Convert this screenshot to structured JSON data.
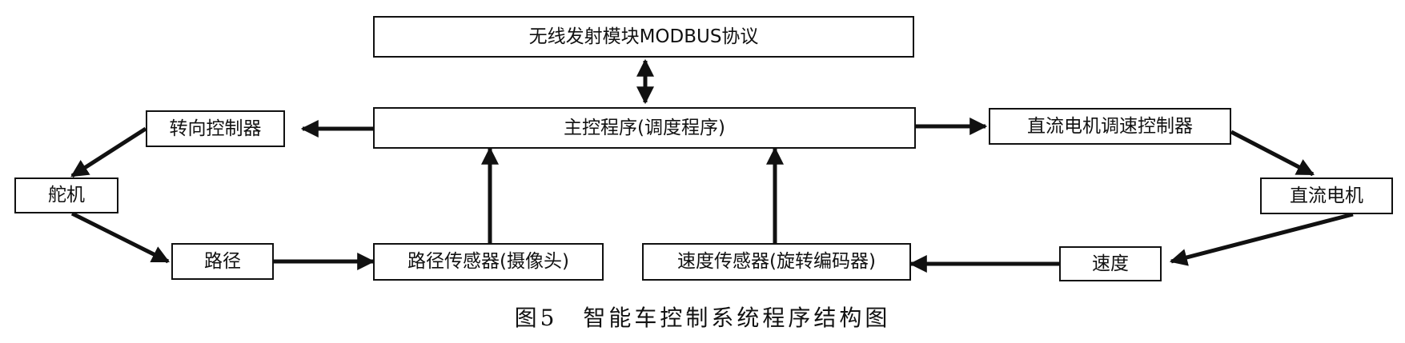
{
  "diagram": {
    "nodes": {
      "wireless": "无线发射模块MODBUS协议",
      "main": "主控程序(调度程序)",
      "steering_ctrl": "转向控制器",
      "servo": "舵机",
      "path": "路径",
      "path_sensor": "路径传感器(摄像头)",
      "speed_sensor": "速度传感器(旋转编码器)",
      "dc_ctrl": "直流电机调速控制器",
      "dc_motor": "直流电机",
      "speed": "速度"
    },
    "caption": "图5　智能车控制系统程序结构图"
  }
}
